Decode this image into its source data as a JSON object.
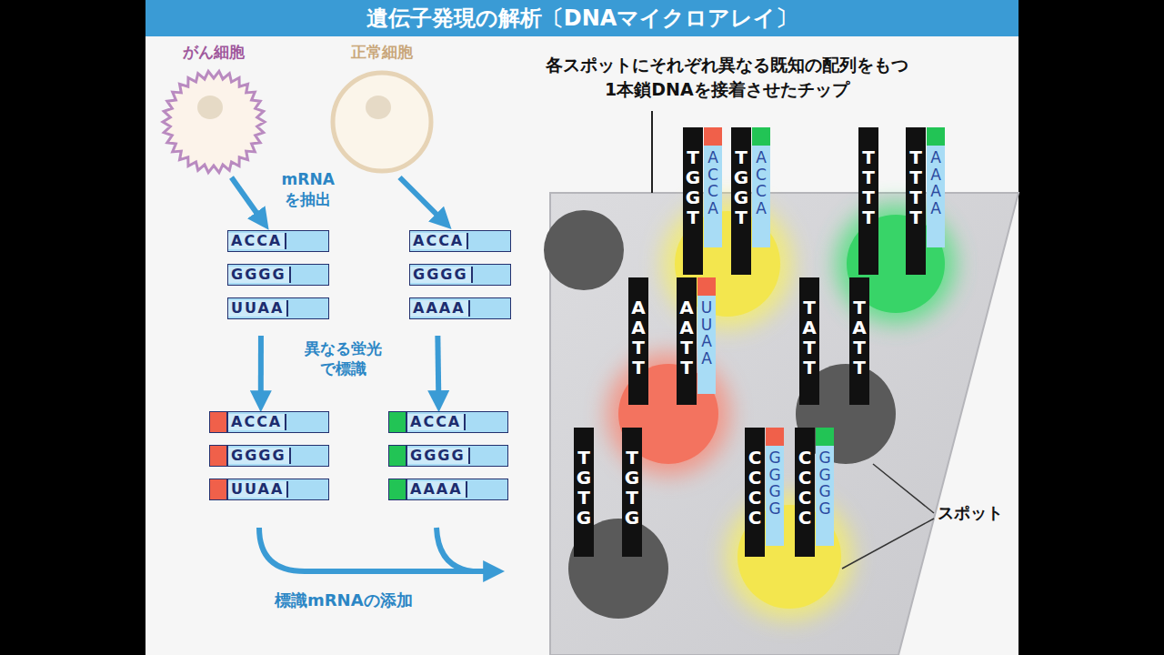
{
  "diagram": {
    "title": "遺伝子発現の解析〔DNAマイクロアレイ〕",
    "nodes": [
      {
        "text": [
          "がん細胞"
        ]
      },
      {
        "text": [
          "正常細胞"
        ]
      },
      {
        "text": [
          "ACCA"
        ]
      },
      {
        "text": [
          "GGGG"
        ]
      },
      {
        "text": [
          "UUAA"
        ]
      },
      {
        "text": [
          "ACCA"
        ]
      },
      {
        "text": [
          "GGGG"
        ]
      },
      {
        "text": [
          "AAAA"
        ]
      },
      {
        "text": [
          "ACCA"
        ]
      },
      {
        "text": [
          "GGGG"
        ]
      },
      {
        "text": [
          "UUAA"
        ]
      },
      {
        "text": [
          "ACCA"
        ]
      },
      {
        "text": [
          "GGGG"
        ]
      },
      {
        "text": [
          "AAAA"
        ]
      },
      {
        "text": [
          "TGGT"
        ]
      },
      {
        "text": [
          "ACCA"
        ]
      },
      {
        "text": [
          "TGGT"
        ]
      },
      {
        "text": [
          "ACCA"
        ]
      },
      {
        "text": [
          "TTTT"
        ]
      },
      {
        "text": [
          "TTTT"
        ]
      },
      {
        "text": [
          "AAAA"
        ]
      },
      {
        "text": [
          "AATT"
        ]
      },
      {
        "text": [
          "AATT"
        ]
      },
      {
        "text": [
          "UUAA"
        ]
      },
      {
        "text": [
          "TATT"
        ]
      },
      {
        "text": [
          "TATT"
        ]
      },
      {
        "text": [
          "TGTG"
        ]
      },
      {
        "text": [
          "TGTG"
        ]
      },
      {
        "text": [
          "CCCC"
        ]
      },
      {
        "text": [
          "GGGG"
        ]
      },
      {
        "text": [
          "CCCC"
        ]
      },
      {
        "text": [
          "GGGG"
        ]
      }
    ],
    "edges": [
      {
        "from": 0,
        "to": 2,
        "arrow": "to"
      },
      {
        "from": 1,
        "to": 5,
        "arrow": "to"
      },
      {
        "from": 4,
        "to": 8,
        "arrow": "to"
      },
      {
        "from": 7,
        "to": 11,
        "arrow": "to"
      }
    ],
    "labels": [
      "mRNA を抽出",
      "異なる蛍光 で標識",
      "標識mRNAの添加",
      "各スポットにそれぞれ異なる既知の配列をもつ 1本鎖DNAを接着させたチップ",
      "スポット"
    ]
  }
}
